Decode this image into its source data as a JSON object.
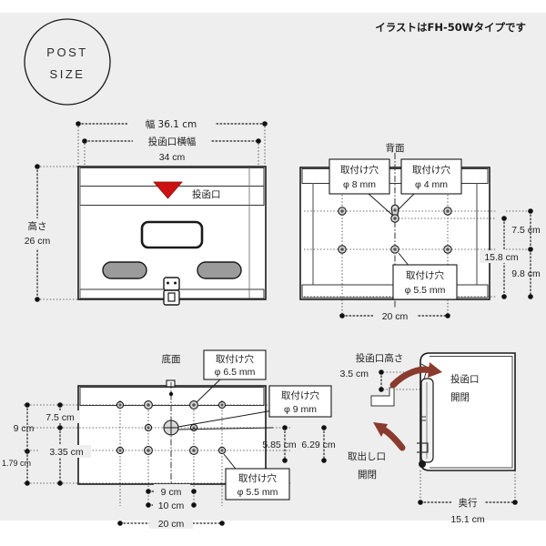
{
  "page": {
    "background_color": "#eeeeee",
    "header_note": "イラストはFH-50Wタイプです",
    "badge_line1": "POST",
    "badge_line2": "SIZE"
  },
  "views": {
    "front": {
      "name": "front-view",
      "dimensions": {
        "width_overall": "幅 36.1 cm",
        "slot_width_label": "投函口横幅",
        "slot_width_value": "34 cm",
        "height_label": "高さ",
        "height_value": "26 cm"
      },
      "callouts": {
        "mail_slot": "投函口"
      }
    },
    "back": {
      "name": "back-view",
      "title": "背面",
      "callouts": [
        {
          "label": "取付け穴",
          "value": "φ 8 mm"
        },
        {
          "label": "取付け穴",
          "value": "φ 4 mm"
        },
        {
          "label": "取付け穴",
          "value": "φ 5.5 mm"
        }
      ],
      "dimensions": {
        "width": "20 cm",
        "top_gap": "7.5 cm",
        "total_span": "15.8 cm",
        "bottom_gap": "9.8 cm"
      }
    },
    "bottom": {
      "name": "bottom-view",
      "title": "底面",
      "callouts": [
        {
          "label": "取付け穴",
          "value": "φ 6.5 mm"
        },
        {
          "label": "取付け穴",
          "value": "φ 9 mm"
        },
        {
          "label": "取付け穴",
          "value": "φ 5.5 mm"
        }
      ],
      "dimensions": {
        "left_outer": "9 cm",
        "left_inner": "7.5 cm",
        "left_lower": "3.35 cm",
        "left_bottom": "1.79 cm",
        "inner_span": "9 cm",
        "outer_span": "10 cm",
        "width": "20 cm",
        "right_inner": "5.85 cm",
        "right_outer": "6.29 cm"
      }
    },
    "side": {
      "name": "side-view",
      "dimensions": {
        "slot_height_label": "投函口高さ",
        "slot_height_value": "3.5 cm",
        "depth_label": "奥行",
        "depth_value": "15.1 cm"
      },
      "callouts": {
        "slot_open_close_l1": "投函口",
        "slot_open_close_l2": "開閉",
        "outlet_open_close_l1": "取出し口",
        "outlet_open_close_l2": "開閉"
      }
    }
  },
  "colors": {
    "accent_red": "#cc1111",
    "arrow_red": "#8b3a2e",
    "line": "#1a1a1a",
    "background": "#eeeeee"
  }
}
